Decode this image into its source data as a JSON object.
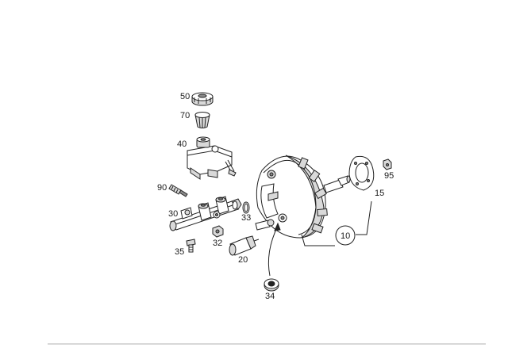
{
  "diagram": {
    "parts": [
      {
        "id": "p50",
        "label": "50"
      },
      {
        "id": "p70",
        "label": "70"
      },
      {
        "id": "p40",
        "label": "40"
      },
      {
        "id": "p90",
        "label": "90"
      },
      {
        "id": "p30",
        "label": "30"
      },
      {
        "id": "p33",
        "label": "33"
      },
      {
        "id": "p32",
        "label": "32"
      },
      {
        "id": "p35",
        "label": "35"
      },
      {
        "id": "p20",
        "label": "20"
      },
      {
        "id": "p34",
        "label": "34"
      },
      {
        "id": "p95",
        "label": "95"
      },
      {
        "id": "p15",
        "label": "15"
      },
      {
        "id": "p10",
        "label": "10"
      }
    ],
    "footer_rule_color": "#b0b0b0"
  }
}
